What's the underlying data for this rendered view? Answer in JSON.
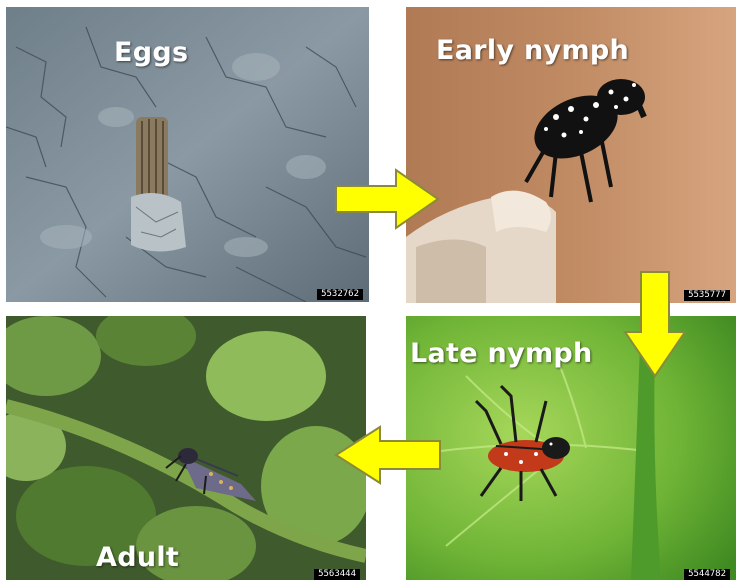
{
  "figure": {
    "panels": {
      "eggs": {
        "label": "Eggs",
        "image_id": "5532762"
      },
      "early_nymph": {
        "label": "Early nymph",
        "image_id": "5535777"
      },
      "late_nymph": {
        "label": "Late nymph",
        "image_id": "5544782"
      },
      "adult": {
        "label": "Adult",
        "image_id": "5563444"
      }
    },
    "colors": {
      "arrow_fill": "#ffff00",
      "arrow_outline": "#8a8a3a",
      "background": "#ffffff"
    }
  }
}
